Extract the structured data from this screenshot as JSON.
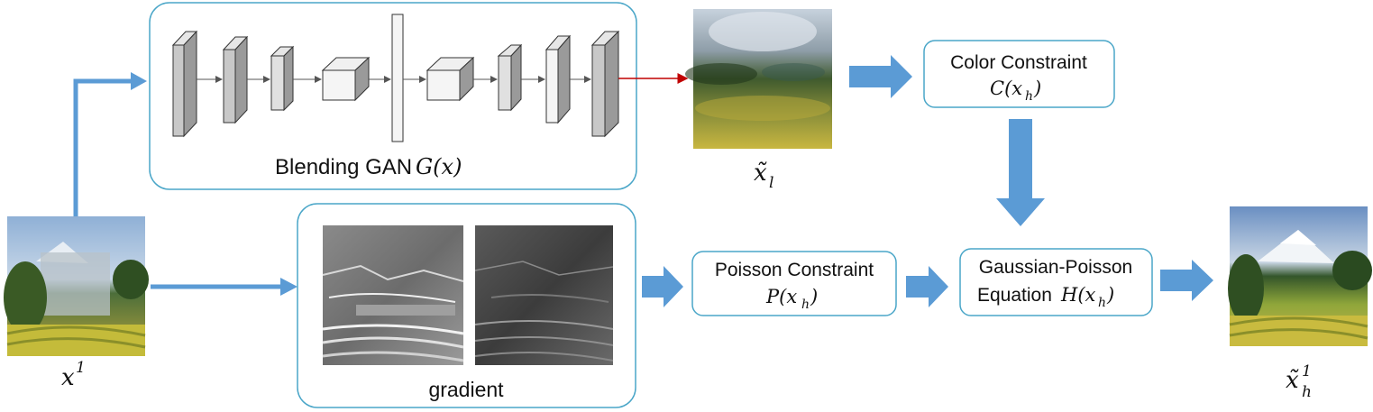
{
  "gan_box": {
    "label": "Blending GAN",
    "func": "G(x)"
  },
  "gradient_box": {
    "label": "gradient"
  },
  "color_box": {
    "line1": "Color Constraint",
    "func": "C(x",
    "sub": "h",
    "close": ")"
  },
  "poisson_box": {
    "line1": "Poisson Constraint",
    "func": "P(x",
    "sub": "h",
    "close": ")"
  },
  "gp_box": {
    "line1": "Gaussian-Poisson",
    "line2": "Equation",
    "func": "H(x",
    "sub": "h",
    "close": ")"
  },
  "input_label": {
    "base": "x",
    "sup": "1"
  },
  "low_label": {
    "base": "x̃",
    "sub": "l"
  },
  "output_label": {
    "base": "x̃",
    "sub": "h",
    "sup": "1"
  },
  "colors": {
    "flow_arrow": "#5b9bd5",
    "box_border": "#4aa6c8",
    "red_arrow": "#c00000",
    "layer_fill": "#bfbfbf"
  }
}
